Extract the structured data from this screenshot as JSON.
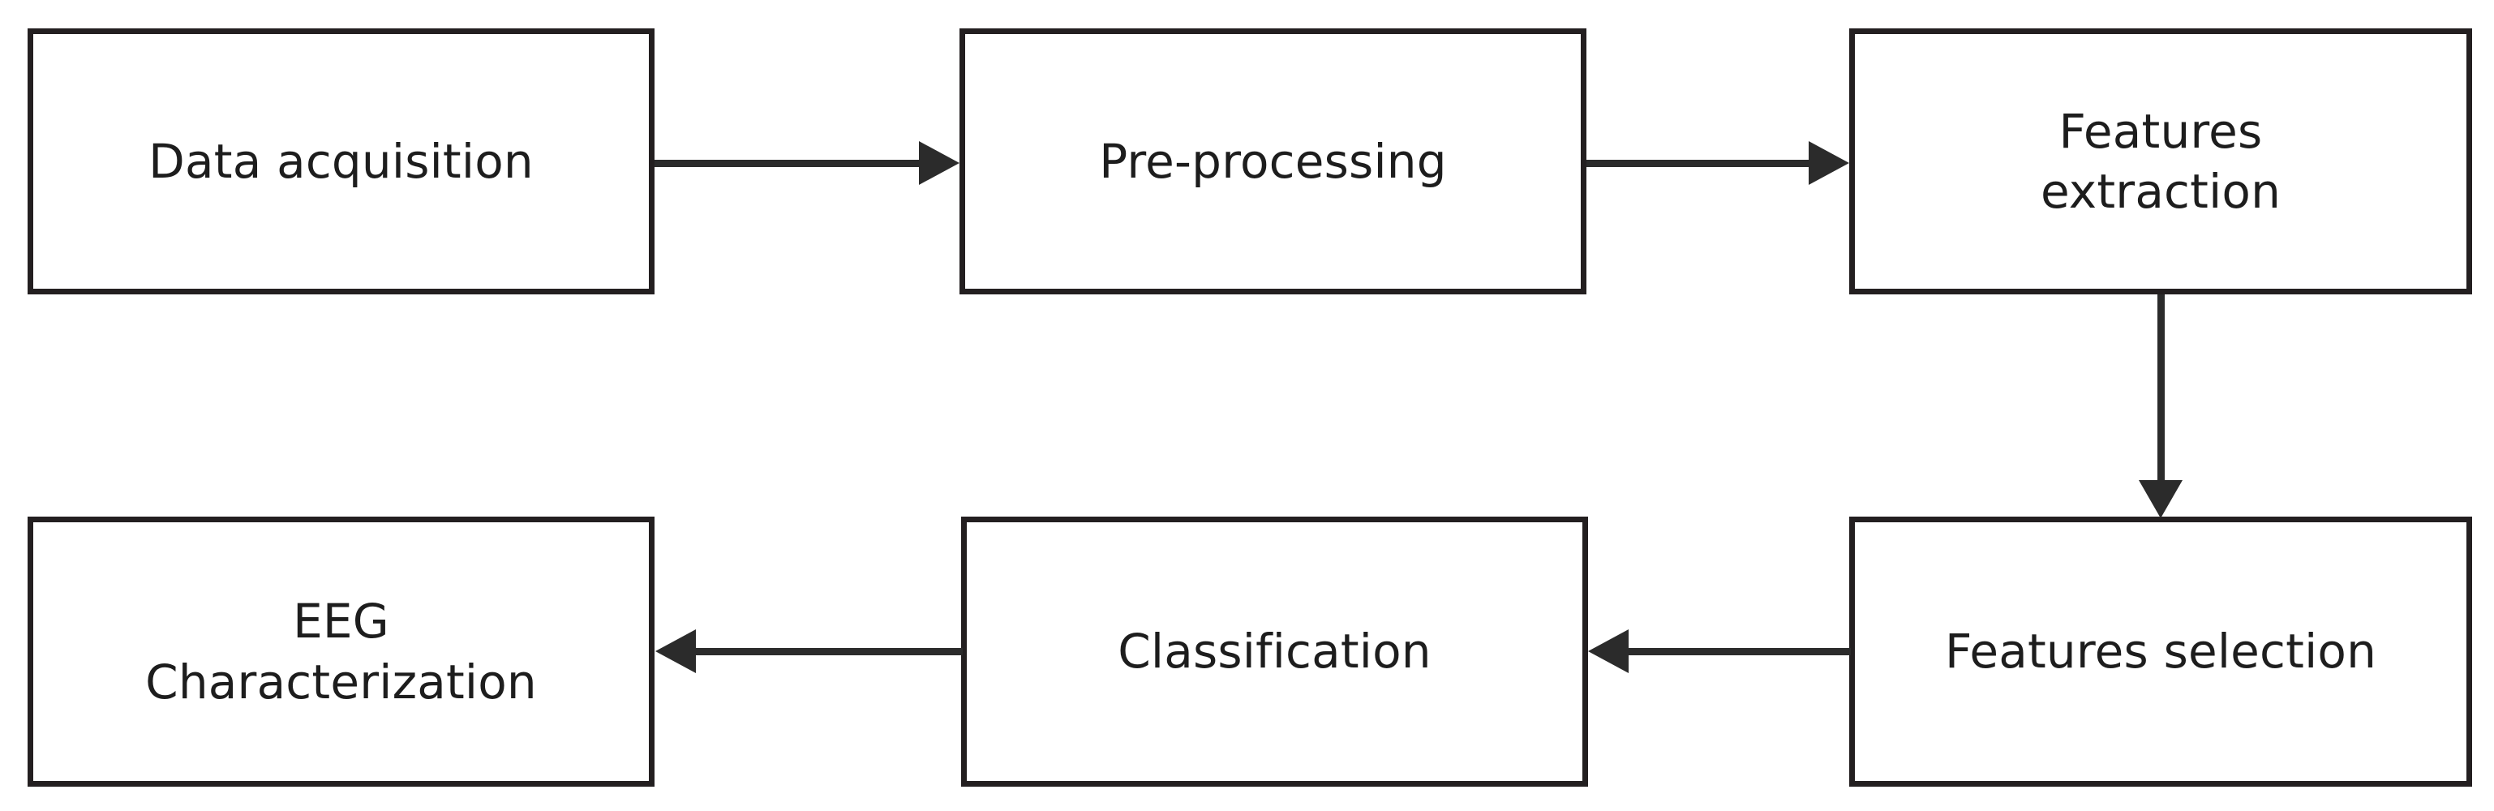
{
  "diagram": {
    "type": "flowchart",
    "orientation": "two-row-serpentine",
    "background_color": "#ffffff",
    "node_border_color": "#231f20",
    "node_fill_color": "#ffffff",
    "edge_color": "#2b2b2b",
    "text_color": "#1d1d1d",
    "nodes": [
      {
        "id": "data-acquisition",
        "label": "Data acquisition",
        "row": 1,
        "col": 1
      },
      {
        "id": "pre-processing",
        "label": "Pre-processing",
        "row": 1,
        "col": 2
      },
      {
        "id": "features-extraction",
        "label": "Features\nextraction",
        "row": 1,
        "col": 3
      },
      {
        "id": "features-selection",
        "label": "Features selection",
        "row": 2,
        "col": 3
      },
      {
        "id": "classification",
        "label": "Classification",
        "row": 2,
        "col": 2
      },
      {
        "id": "eeg-characterization",
        "label": "EEG\nCharacterization",
        "row": 2,
        "col": 1
      }
    ],
    "edges": [
      {
        "id": "acq-to-pre",
        "from": "data-acquisition",
        "to": "pre-processing",
        "direction": "right"
      },
      {
        "id": "pre-to-fext",
        "from": "pre-processing",
        "to": "features-extraction",
        "direction": "right"
      },
      {
        "id": "fext-to-fsel",
        "from": "features-extraction",
        "to": "features-selection",
        "direction": "down"
      },
      {
        "id": "fsel-to-class",
        "from": "features-selection",
        "to": "classification",
        "direction": "left"
      },
      {
        "id": "class-to-eeg",
        "from": "classification",
        "to": "eeg-characterization",
        "direction": "left"
      }
    ]
  }
}
